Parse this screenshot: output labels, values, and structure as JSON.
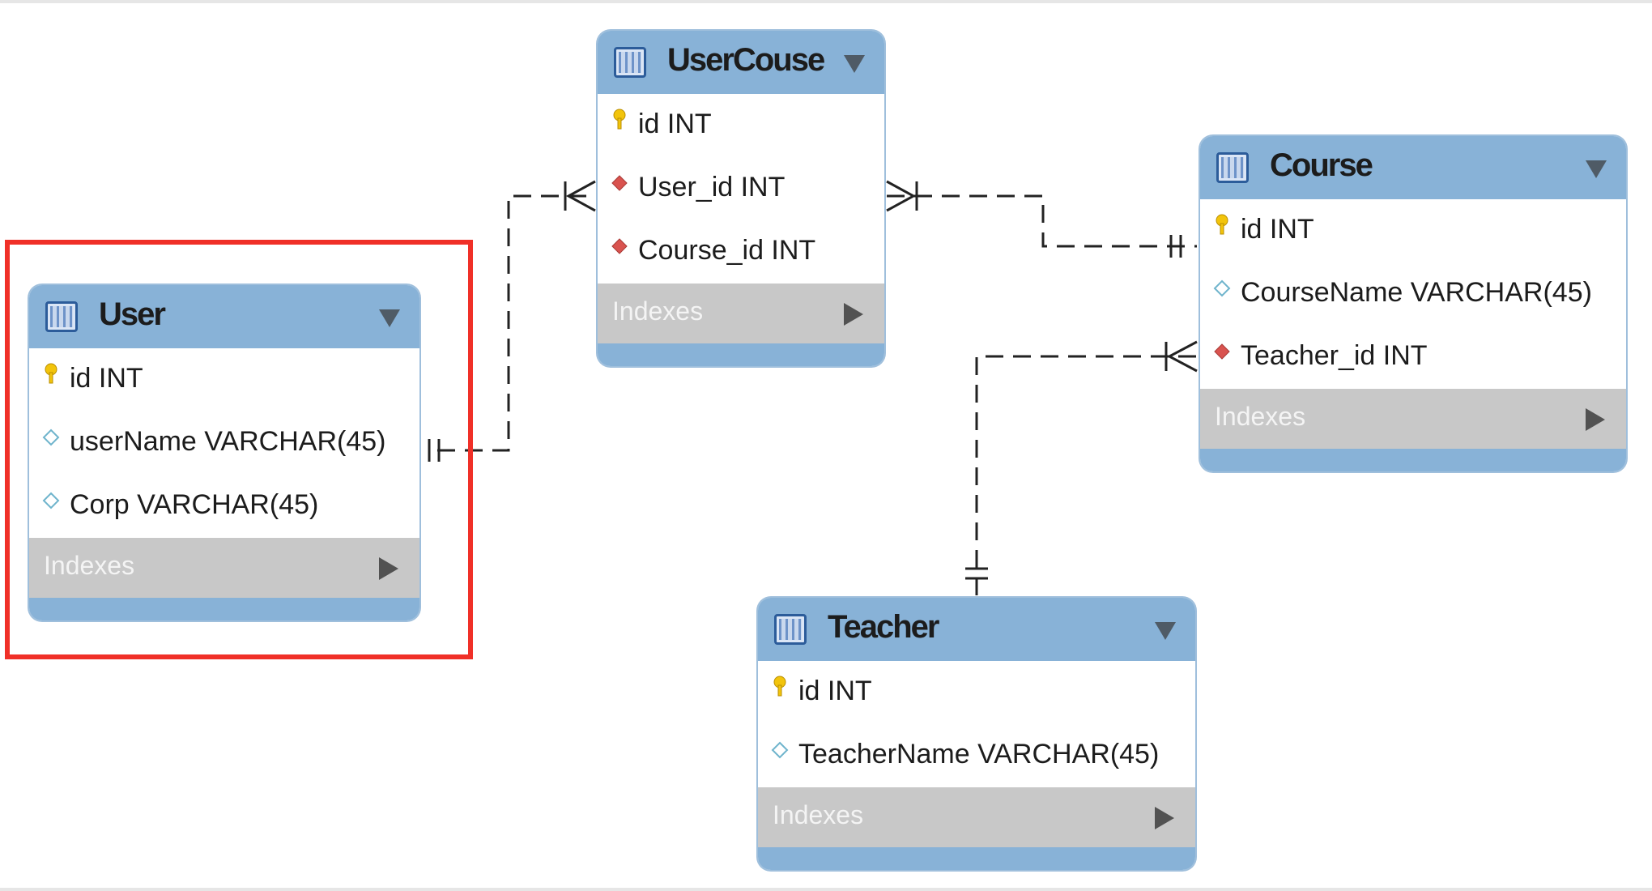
{
  "diagram": {
    "tables": {
      "user": {
        "title": "User",
        "columns": [
          {
            "text": "id INT",
            "icon": "primary-key-icon"
          },
          {
            "text": "userName VARCHAR(45)",
            "icon": "column-icon"
          },
          {
            "text": "Corp VARCHAR(45)",
            "icon": "column-icon"
          }
        ],
        "indexes_label": "Indexes"
      },
      "usercouse": {
        "title": "UserCouse",
        "columns": [
          {
            "text": "id INT",
            "icon": "primary-key-icon"
          },
          {
            "text": "User_id INT",
            "icon": "foreign-key-icon"
          },
          {
            "text": "Course_id INT",
            "icon": "foreign-key-icon"
          }
        ],
        "indexes_label": "Indexes"
      },
      "course": {
        "title": "Course",
        "columns": [
          {
            "text": "id INT",
            "icon": "primary-key-icon"
          },
          {
            "text": "CourseName VARCHAR(45)",
            "icon": "column-icon"
          },
          {
            "text": "Teacher_id INT",
            "icon": "foreign-key-icon"
          }
        ],
        "indexes_label": "Indexes"
      },
      "teacher": {
        "title": "Teacher",
        "columns": [
          {
            "text": "id INT",
            "icon": "primary-key-icon"
          },
          {
            "text": "TeacherName VARCHAR(45)",
            "icon": "column-icon"
          }
        ],
        "indexes_label": "Indexes"
      }
    },
    "colors": {
      "header": "#88b2d7",
      "indexes_bar": "#c8c8c8",
      "connector": "#222222",
      "highlight": "#f03028",
      "primary_key": "#f2c40c",
      "foreign_key": "#d9534f",
      "column": "#6fb4cc"
    }
  }
}
